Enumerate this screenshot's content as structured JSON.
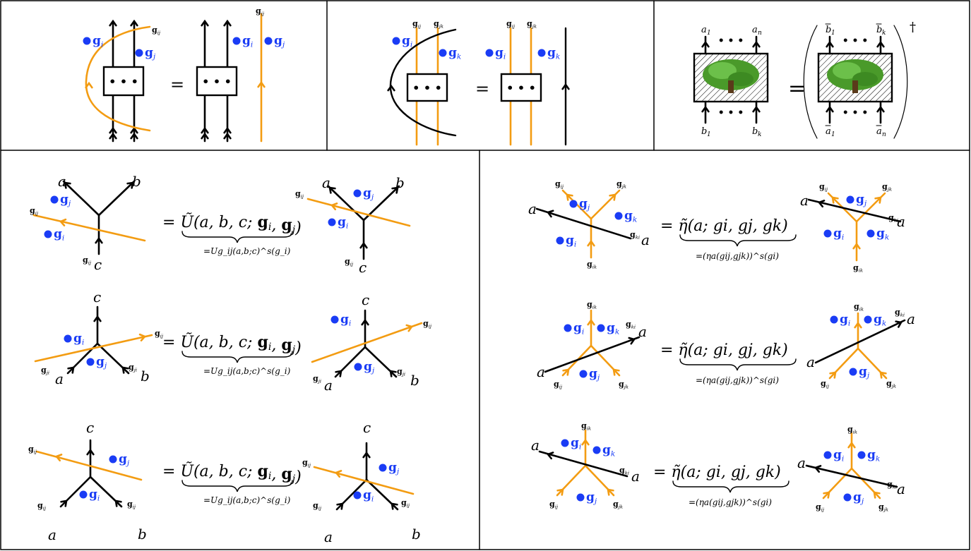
{
  "colors": {
    "line": "#000000",
    "wall": "#f39c12",
    "dot": "#1a3cf5",
    "dot_text": "#1a3cf5"
  },
  "labels": {
    "g": "g",
    "gi": "i",
    "gj": "j",
    "gk": "k",
    "gij": "ij",
    "gjk": "jk",
    "gik": "ik",
    "gki": "ki",
    "gji": "ji",
    "a": "a",
    "b": "b",
    "c": "c",
    "a1": "a",
    "an": "a",
    "b1": "b",
    "bk": "b",
    "sub1": "1",
    "subn": "n",
    "subk": "k",
    "dagger": "†",
    "equals": "=",
    "dots": "• • •"
  },
  "equations": {
    "U_lhs": "Ũ(a, b, c; g",
    "U_full": "Ũ(a, b, c; gi, gj)",
    "U_under": "=Ug_ij(a,b;c)^s(g_i)",
    "U_under_parts": {
      "eq": "=",
      "U": "U",
      "args": "(a,b;c)",
      "s": "s(",
      "close": ")"
    },
    "eta_full": "η̃(a; gi, gj, gk)",
    "eta_under": "=(ηa(gij,gjk))^s(gi)",
    "eta_under_parts": {
      "eq": "=",
      "eta": "η",
      "args_open": "(",
      "mid": ",",
      "args_close": ")"
    }
  },
  "icons": {
    "tree": "tree-icon",
    "dot": "blue-dot-icon"
  }
}
